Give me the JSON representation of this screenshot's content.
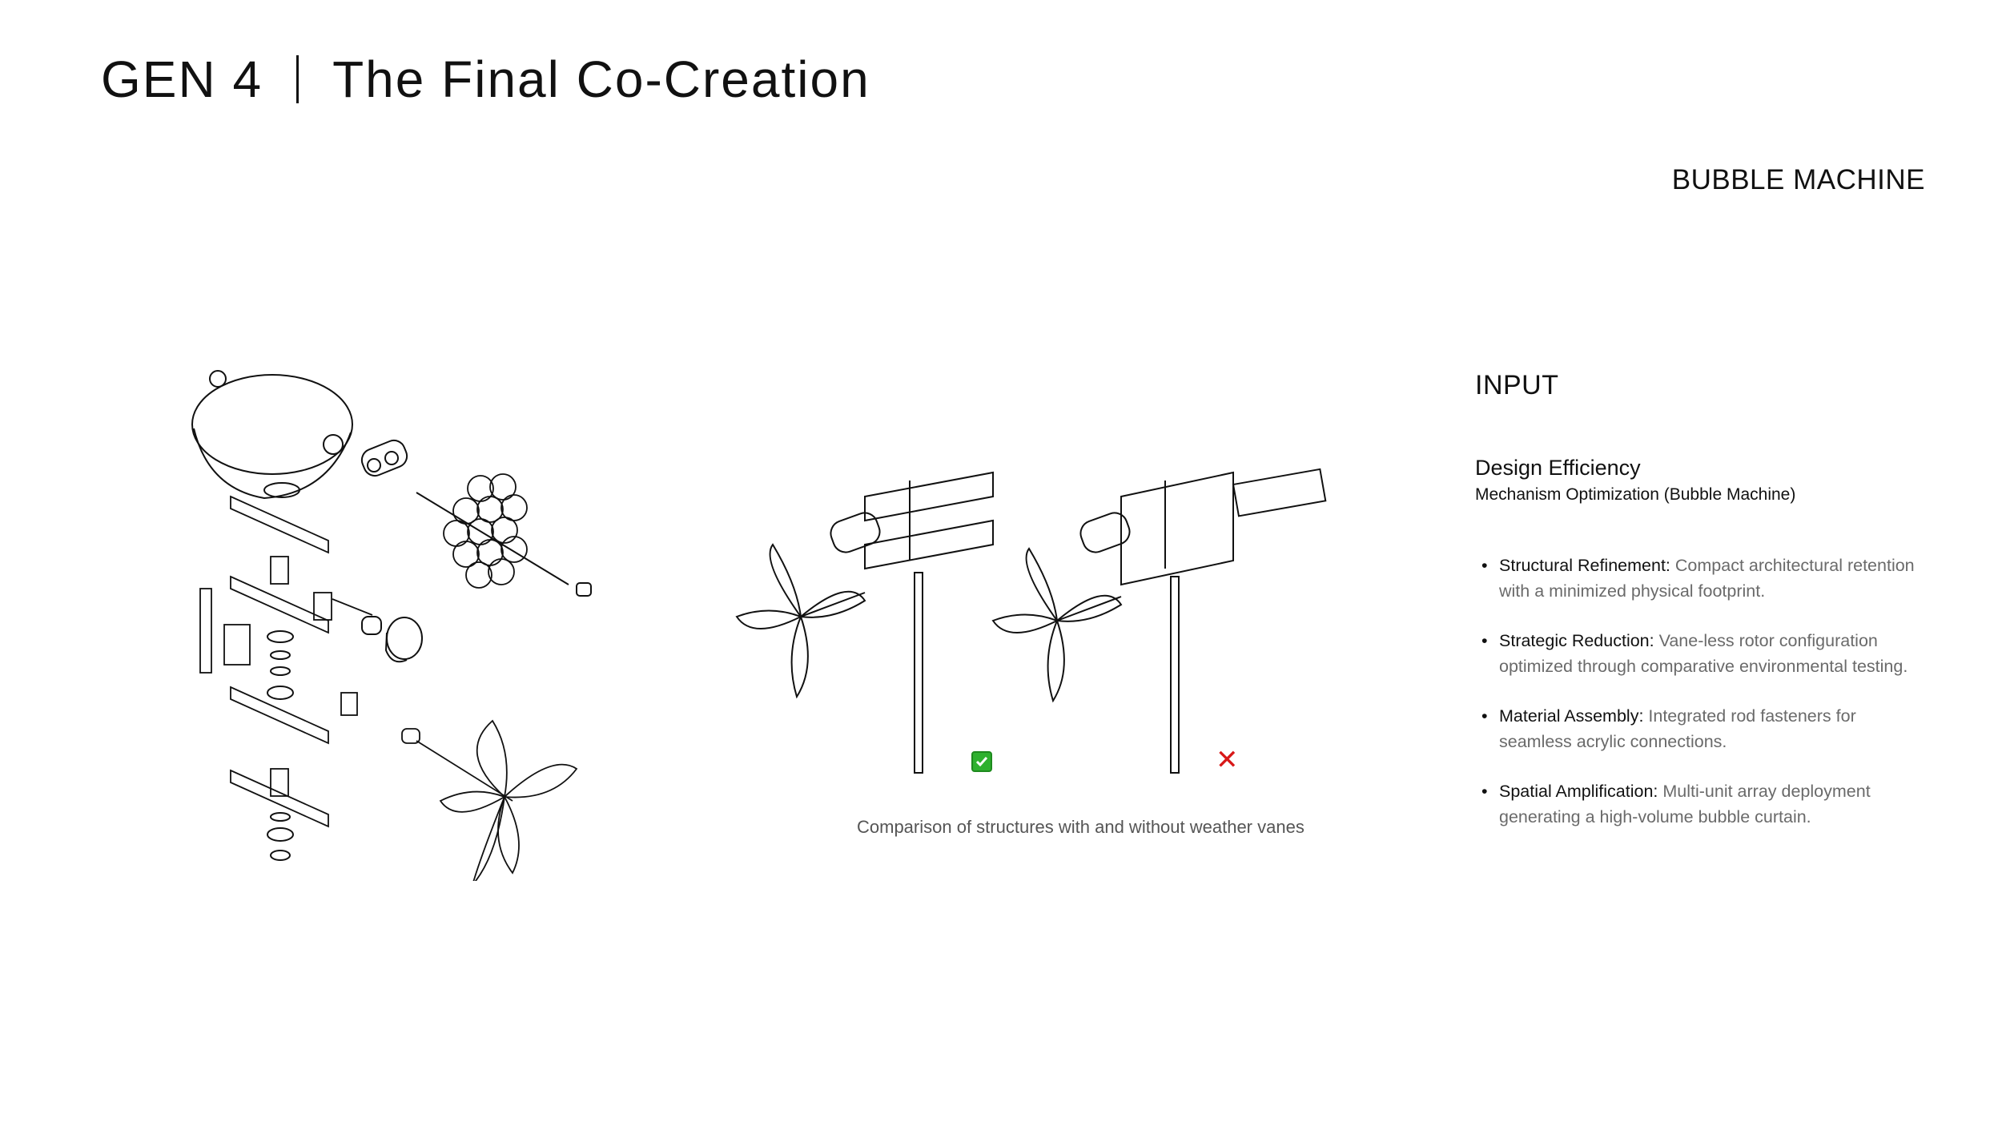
{
  "header": {
    "gen": "GEN 4",
    "title": "The Final Co-Creation"
  },
  "section_label": "BUBBLE MACHINE",
  "illustrations": {
    "caption": "Comparison of structures with and without weather vanes",
    "marks": {
      "with_vanes": "check-icon",
      "without_vanes": "cross-icon",
      "ok_color": "#2fb12f",
      "x_color": "#d81818"
    }
  },
  "panel": {
    "heading": "INPUT",
    "subheading": "Design Efficiency",
    "subheading2": "Mechanism Optimization (Bubble Machine)",
    "items": [
      {
        "term": "Structural Refinement:",
        "text": " Compact architectural retention with a minimized physical footprint."
      },
      {
        "term": "Strategic Reduction:",
        "text": " Vane-less rotor configuration optimized through comparative environmental testing."
      },
      {
        "term": "Material Assembly:",
        "text": " Integrated rod fasteners for seamless acrylic connections."
      },
      {
        "term": "Spatial Amplification:",
        "text": " Multi-unit array deployment generating a high-volume bubble curtain."
      }
    ]
  }
}
